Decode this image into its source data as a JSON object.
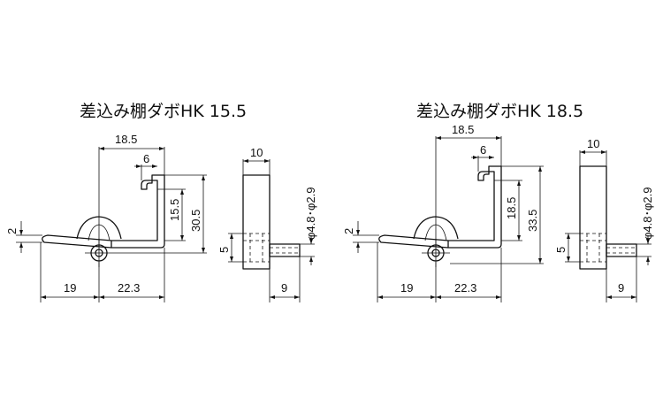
{
  "drawings": [
    {
      "title": "差込み棚ダボHK 15.5",
      "dims": {
        "top_width": "18.5",
        "tip_width": "6",
        "inner_height": "15.5",
        "total_height": "30.5",
        "left_length": "19",
        "right_length": "22.3",
        "flange_thickness": "2",
        "side_width": "10",
        "pin_diameter": "φ4.8･φ2.9",
        "side_height": "5",
        "pin_length": "9"
      }
    },
    {
      "title": "差込み棚ダボHK 18.5",
      "dims": {
        "top_width": "18.5",
        "tip_width": "6",
        "inner_height": "18.5",
        "total_height": "33.5",
        "left_length": "19",
        "right_length": "22.3",
        "flange_thickness": "2",
        "side_width": "10",
        "pin_diameter": "φ4.8･φ2.9",
        "side_height": "5",
        "pin_length": "9"
      }
    }
  ]
}
